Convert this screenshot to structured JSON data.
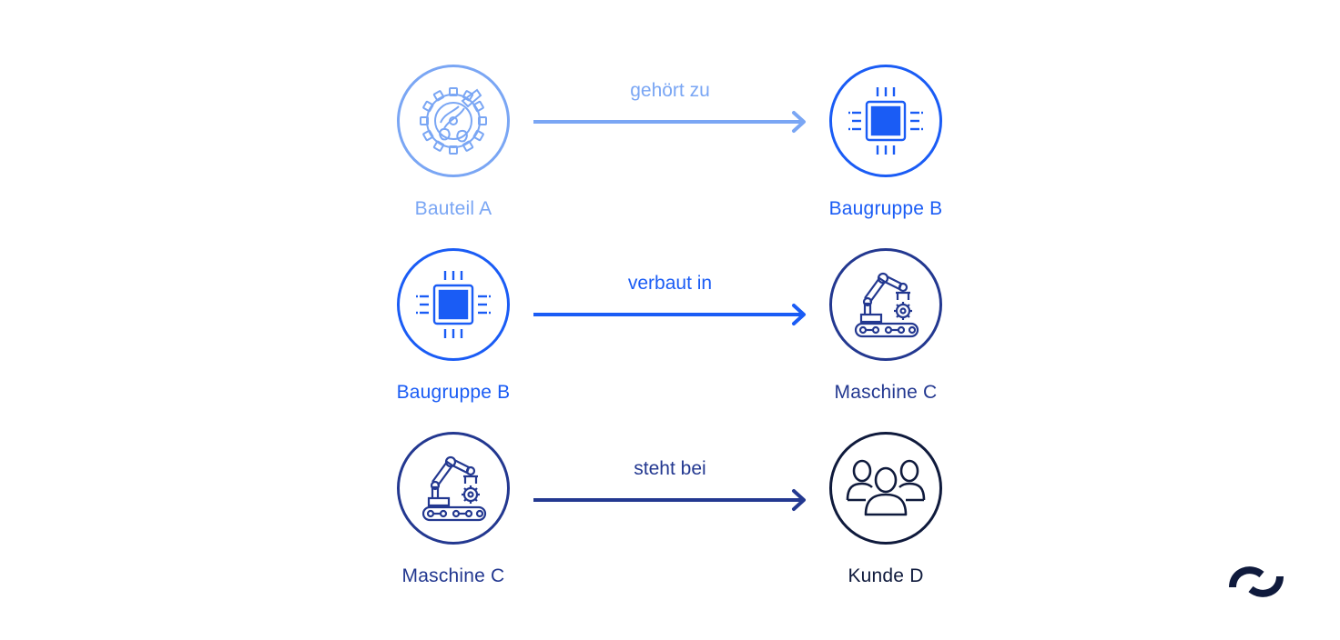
{
  "colors": {
    "light": "#7aa6f4",
    "bright": "#1a5cf5",
    "medium": "#233890",
    "dark": "#0f1a3c"
  },
  "rows": [
    {
      "source": {
        "label": "Bauteil A",
        "icon": "gear-component-icon"
      },
      "relation": "gehört zu",
      "target": {
        "label": "Baugruppe B",
        "icon": "chip-icon"
      }
    },
    {
      "source": {
        "label": "Baugruppe B",
        "icon": "chip-icon"
      },
      "relation": "verbaut in",
      "target": {
        "label": "Maschine C",
        "icon": "robot-arm-icon"
      }
    },
    {
      "source": {
        "label": "Maschine C",
        "icon": "robot-arm-icon"
      },
      "relation": "steht bei",
      "target": {
        "label": "Kunde D",
        "icon": "customers-group-icon"
      }
    }
  ],
  "logo": {
    "icon": "brand-logo-icon"
  }
}
